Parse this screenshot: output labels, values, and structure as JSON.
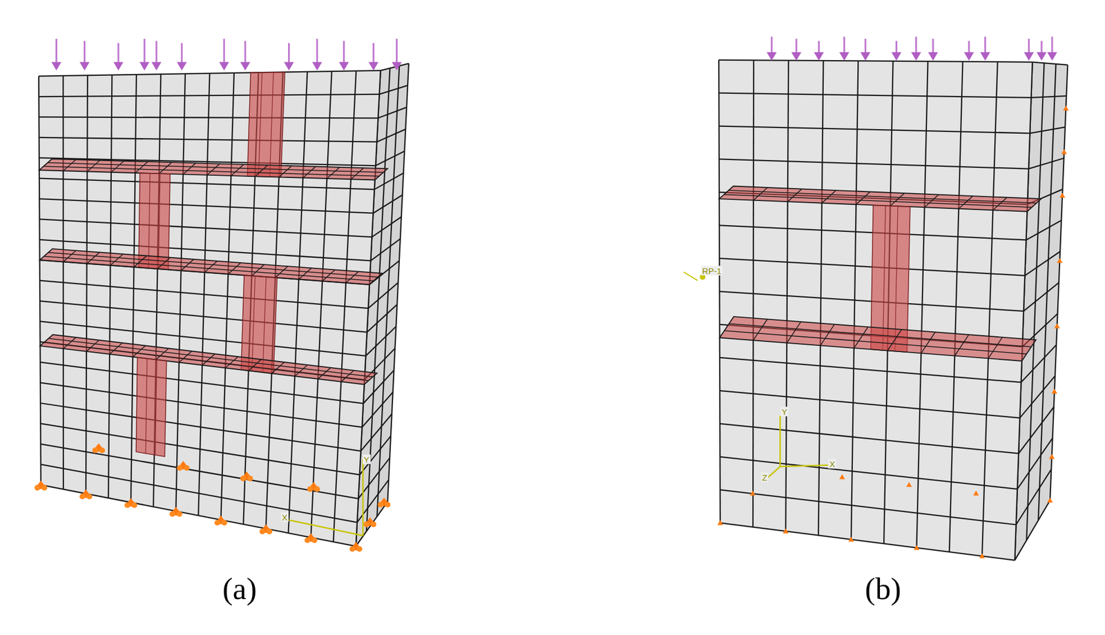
{
  "diagram": {
    "labels": [
      "(a)",
      "Y",
      "X",
      "(b)",
      "RP-1",
      "Y",
      "Z",
      "X"
    ]
  }
}
